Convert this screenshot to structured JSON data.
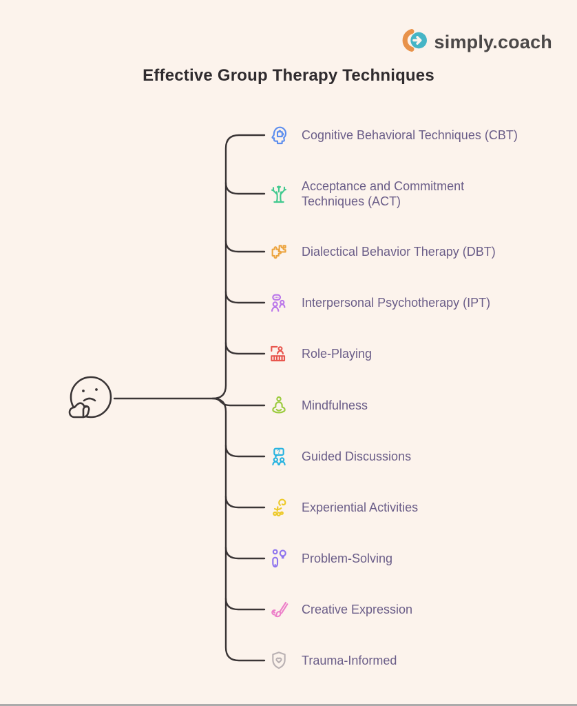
{
  "page": {
    "background_color": "#FCF3EC",
    "bottom_bar_color": "#ABABAB"
  },
  "logo": {
    "text": "simply.coach",
    "icon": "simply-coach-logo-icon",
    "icon_colors": {
      "orange": "#E8924A",
      "teal": "#45B5C6"
    },
    "text_color": "#4B4848"
  },
  "title": "Effective Group Therapy Techniques",
  "mindmap": {
    "center_icon": "thinking-face",
    "line_color": "#3A3536",
    "text_color": "#6A5D88",
    "items": [
      {
        "label": "Cognitive Behavioral Techniques (CBT)",
        "icon": "brain-head-icon",
        "color": "#5B8DEE"
      },
      {
        "label": "Acceptance and Commitment Techniques (ACT)",
        "icon": "tree-icon",
        "color": "#42C98F"
      },
      {
        "label": "Dialectical Behavior Therapy (DBT)",
        "icon": "puzzle-pieces-icon",
        "color": "#ECA43F"
      },
      {
        "label": "Interpersonal Psychotherapy (IPT)",
        "icon": "people-chat-icon",
        "color": "#BA76EA"
      },
      {
        "label": "Role-Playing",
        "icon": "stage-performer-icon",
        "color": "#E8564E"
      },
      {
        "label": "Mindfulness",
        "icon": "meditation-icon",
        "color": "#9BCB3E"
      },
      {
        "label": "Guided Discussions",
        "icon": "question-discussion-icon",
        "color": "#27B3E0"
      },
      {
        "label": "Experiential Activities",
        "icon": "active-person-icon",
        "color": "#EDC928"
      },
      {
        "label": "Problem-Solving",
        "icon": "person-lightbulb-icon",
        "color": "#8E74EE"
      },
      {
        "label": "Creative Expression",
        "icon": "paintbrush-icon",
        "color": "#ED7FC9"
      },
      {
        "label": "Trauma-Informed",
        "icon": "shield-heart-icon",
        "color": "#B9B1B3"
      }
    ]
  }
}
